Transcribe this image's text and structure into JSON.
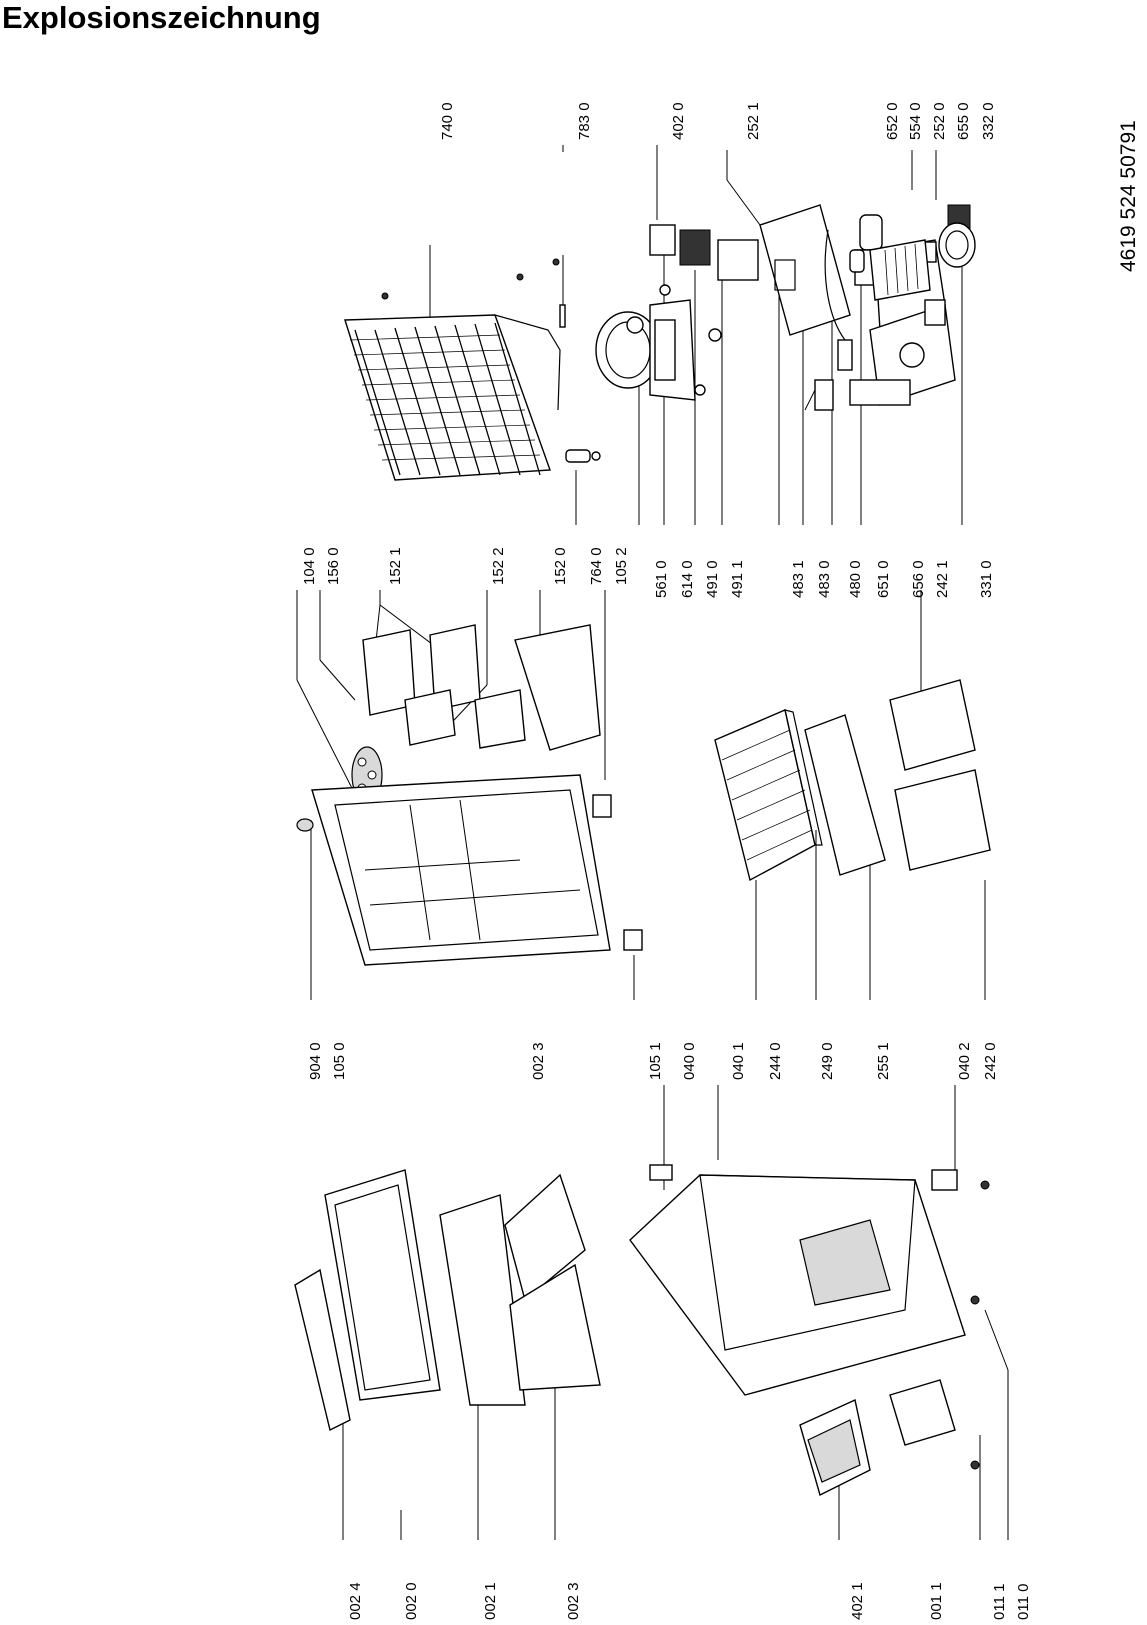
{
  "title": "Explosionszeichnung",
  "document_number": "4619 524 50791",
  "callouts": {
    "top_row": [
      "740 0",
      "783 0",
      "402 0",
      "252 1",
      "652 0",
      "554 0",
      "252 0",
      "655 0",
      "332 0"
    ],
    "middle_upper": [
      "104 0",
      "156 0",
      "152 1",
      "152 2",
      "152 0",
      "764 0",
      "105 2",
      "561 0",
      "614 0",
      "491 0",
      "491 1",
      "483 1",
      "483 0",
      "480 0",
      "651 0",
      "656 0",
      "242 1",
      "331 0"
    ],
    "middle_lower": [
      "904 0",
      "105 0",
      "002 3",
      "105 1",
      "040 0",
      "040 1",
      "244 0",
      "249 0",
      "255 1",
      "040 2",
      "242 0"
    ],
    "bottom_row": [
      "002 4",
      "002 0",
      "002 1",
      "002 3",
      "402 1",
      "001 1",
      "011 1",
      "011 0"
    ]
  },
  "icons": {
    "condenser": "condenser-coil-icon",
    "compressor": "compressor-icon",
    "door": "door-panel-icon",
    "cabinet": "cabinet-body-icon"
  }
}
